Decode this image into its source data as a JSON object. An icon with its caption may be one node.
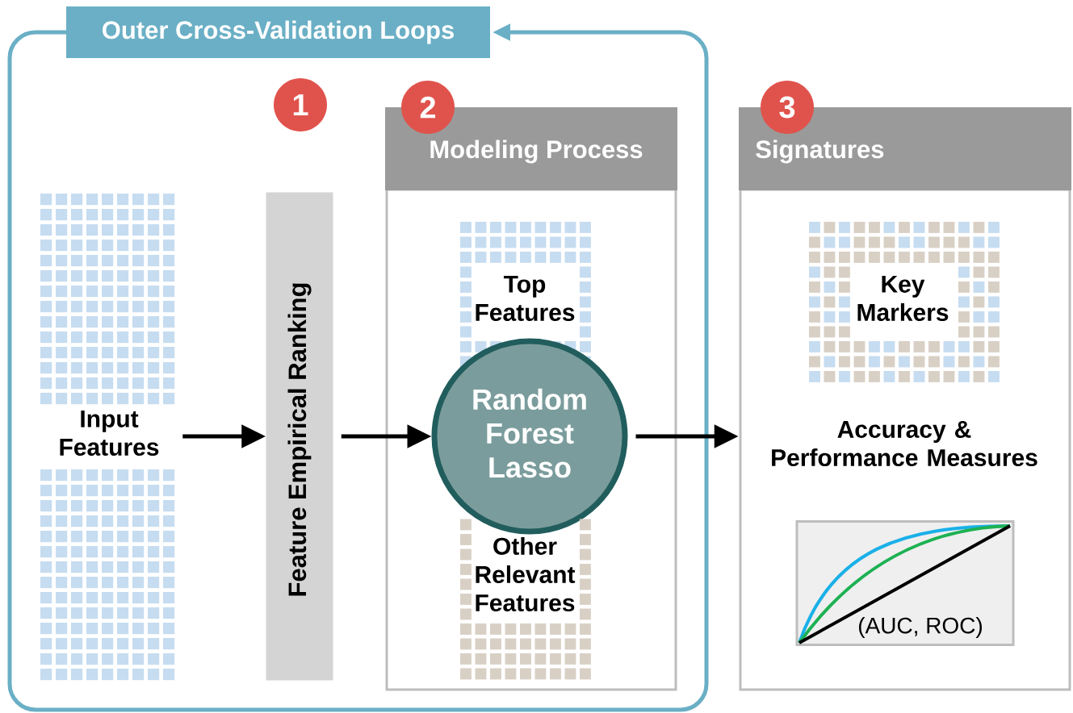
{
  "diagram": {
    "nodes": [
      {
        "text": [
          "Outer Cross-Validation Loops"
        ]
      },
      {
        "text": [
          "Input Features"
        ],
        "in": 0
      },
      {
        "text": [
          "Feature Empirical Ranking"
        ],
        "in": 0,
        "beside": [
          "1"
        ]
      },
      {
        "text": [
          "Modeling Process"
        ],
        "in": 0,
        "beside": [
          "2"
        ]
      },
      {
        "text": [
          "Top Features"
        ],
        "in": 3
      },
      {
        "text": [
          "Random Forest Lasso"
        ],
        "in": 3
      },
      {
        "text": [
          "Other Relevant Features"
        ],
        "in": 3
      },
      {
        "text": [
          "Signatures",
          "Accuracy & Performance Measures"
        ],
        "beside": [
          "3"
        ]
      },
      {
        "text": [
          "Key Markers"
        ],
        "in": 7
      },
      {
        "text": [
          "(AUC, ROC)"
        ],
        "in": 7
      }
    ],
    "edges": [
      {
        "from": 1,
        "to": 2,
        "arrow": "to"
      },
      {
        "from": 2,
        "to": 5,
        "arrow": "to"
      },
      {
        "from": 5,
        "to": 7,
        "arrow": "to"
      }
    ]
  }
}
